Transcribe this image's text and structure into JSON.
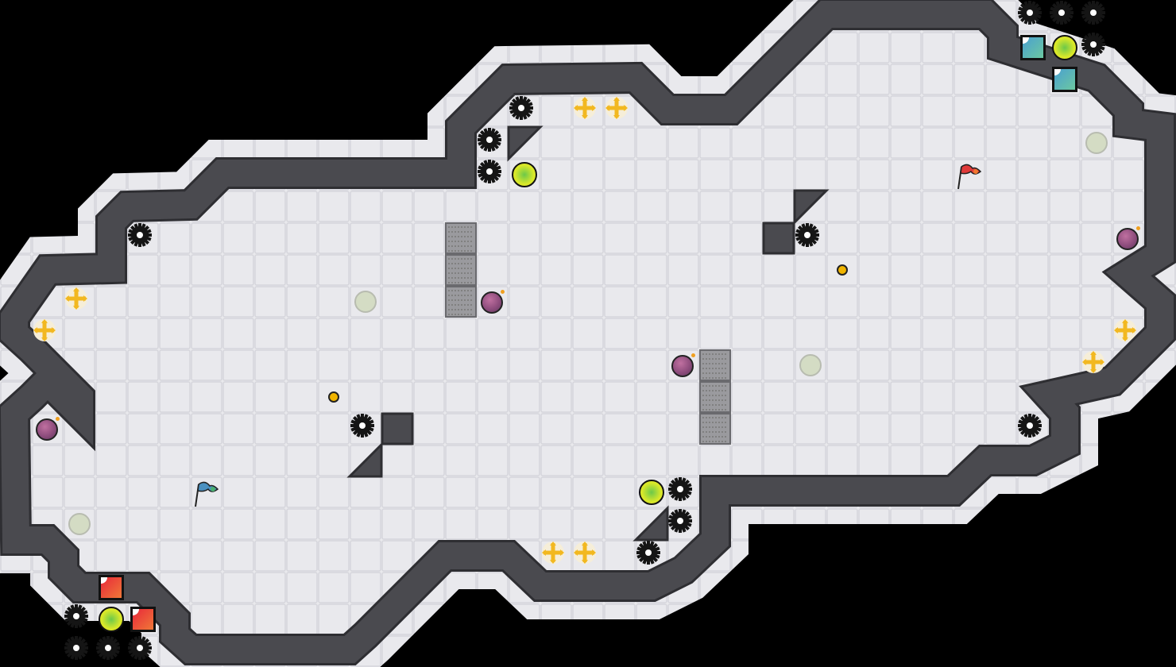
{
  "game": {
    "colors": {
      "background": "#000000",
      "floor": "#e9e9ed",
      "floor_grid": "#d6d6dc",
      "wall": "#4a4a4f",
      "wall_edge": "#2e2e32",
      "saw": "#151515",
      "ball": "#d8e82a",
      "teal_block": "#4ea8c0",
      "red_block": "#e8403a",
      "pale_circle": "#d4dcc4",
      "bomb": "#8a4a7a",
      "cross": "#f2b820",
      "coin": "#f0b400",
      "flag_red": "#e03a3a",
      "flag_blue": "#4a90c0",
      "grate": "#9a9a9e"
    },
    "entity_types": [
      "saw",
      "ball",
      "teal-block",
      "red-block",
      "pale-circle",
      "bomb",
      "cross",
      "coin",
      "flag-red",
      "flag-blue",
      "grate",
      "wall-block",
      "wall-ramp"
    ]
  }
}
